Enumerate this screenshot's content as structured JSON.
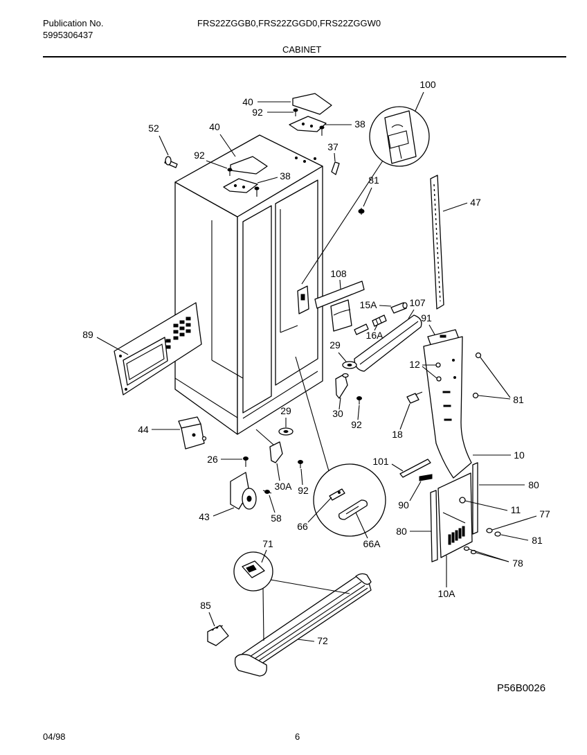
{
  "header": {
    "publication_label": "Publication No.",
    "publication_number": "5995306437",
    "models": "FRS22ZGGB0,FRS22ZGGD0,FRS22ZGGW0",
    "section_title": "CABINET"
  },
  "callouts": [
    "40",
    "92",
    "38",
    "100",
    "52",
    "40",
    "92",
    "38",
    "37",
    "81",
    "47",
    "108",
    "15A",
    "107",
    "89",
    "16A",
    "91",
    "29",
    "12",
    "81",
    "30",
    "92",
    "18",
    "29",
    "44",
    "10",
    "101",
    "26",
    "30A",
    "92",
    "80",
    "90",
    "11",
    "77",
    "43",
    "58",
    "66",
    "66A",
    "80",
    "81",
    "78",
    "71",
    "10A",
    "85",
    "72"
  ],
  "diagram_code": "P56B0026",
  "footer": {
    "date": "04/98",
    "page": "6"
  }
}
